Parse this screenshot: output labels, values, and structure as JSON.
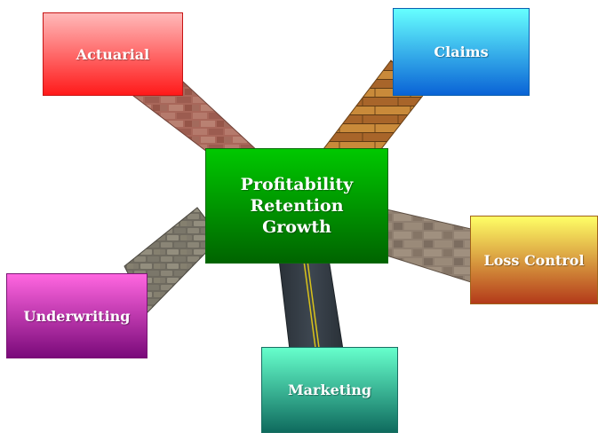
{
  "center": {
    "lines": [
      "Profitability",
      "Retention",
      "Growth"
    ],
    "color_top": "#00c800",
    "color_bottom": "#006400"
  },
  "nodes": {
    "actuarial": {
      "label": "Actuarial",
      "color_top": "#ffb9b9",
      "color_bottom": "#ff1a1a",
      "path": "brick"
    },
    "claims": {
      "label": "Claims",
      "color_top": "#66ffff",
      "color_bottom": "#0a63d6",
      "path": "wood planks"
    },
    "loss_control": {
      "label": "Loss Control",
      "color_top": "#ffff66",
      "color_bottom": "#b33a1a",
      "path": "stone"
    },
    "underwriting": {
      "label": "Underwriting",
      "color_top": "#ff66e0",
      "color_bottom": "#7a0a7a",
      "path": "cobblestone"
    },
    "marketing": {
      "label": "Marketing",
      "color_top": "#66ffcc",
      "color_bottom": "#0f6b5e",
      "path": "asphalt road"
    }
  }
}
